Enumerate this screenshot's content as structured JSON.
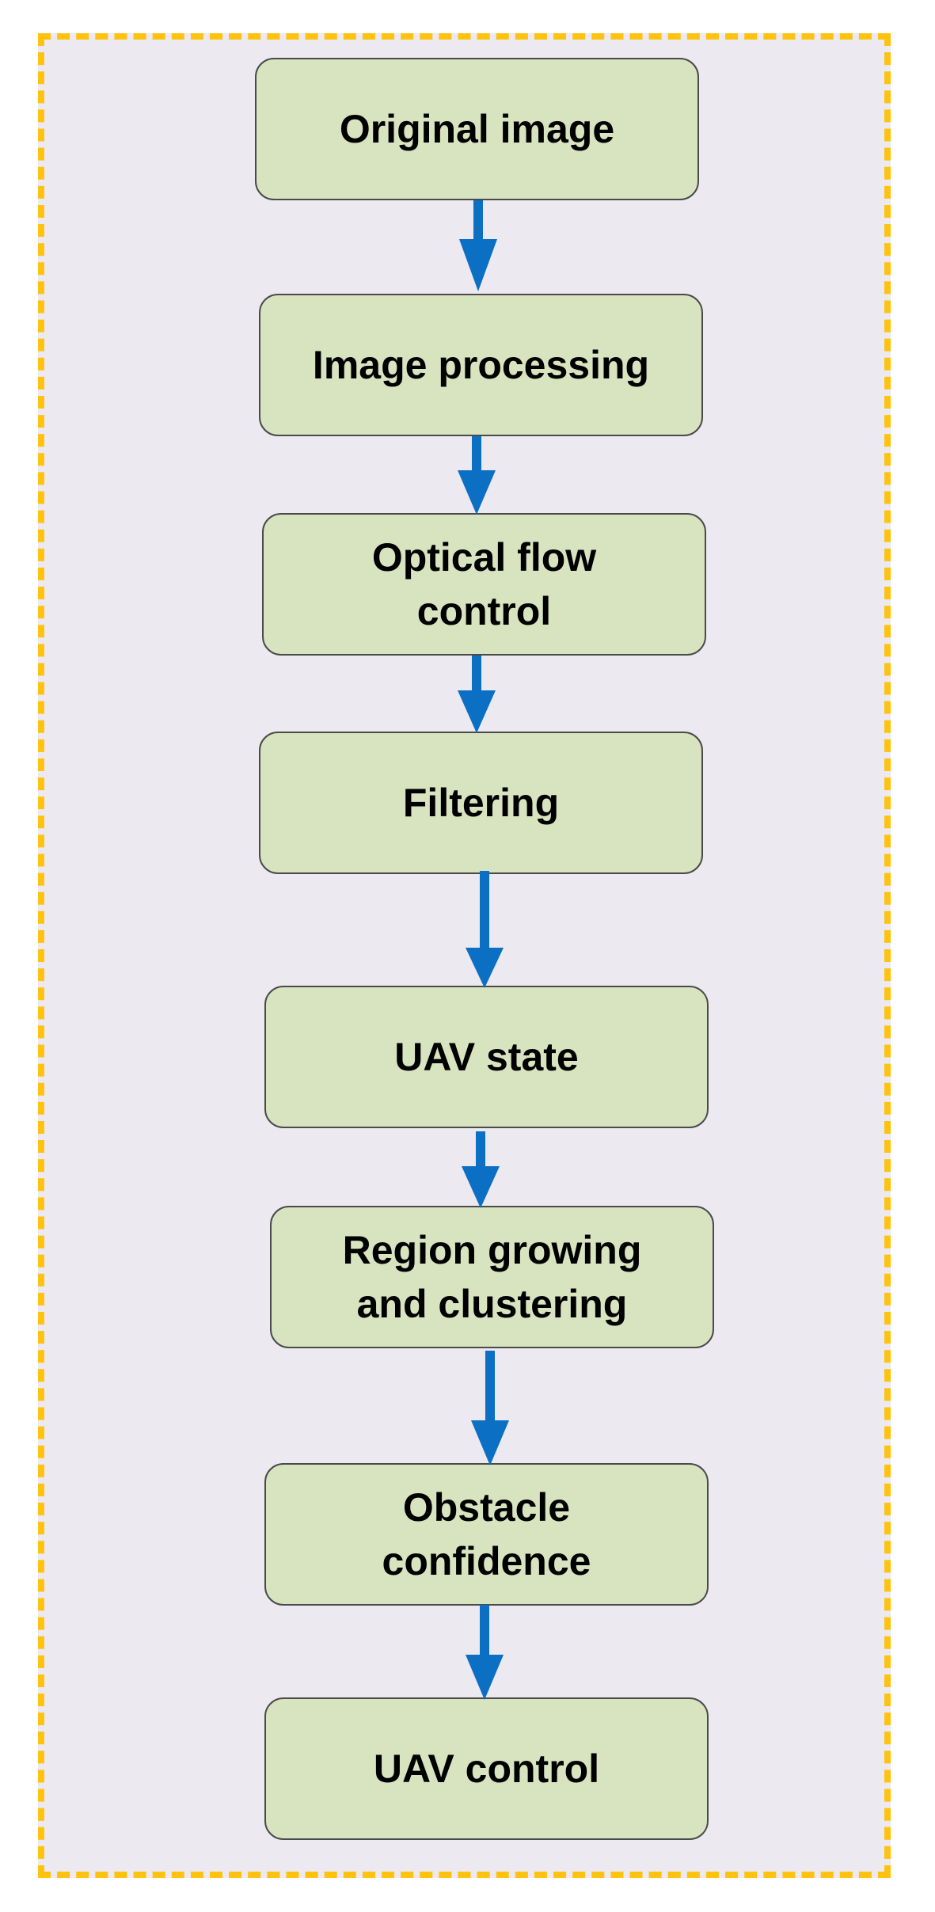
{
  "diagram": {
    "type": "flowchart",
    "direction": "top-to-bottom",
    "colors": {
      "frame_border": "#ffc20e",
      "frame_fill": "#ece9f1",
      "node_fill": "#d8e4c0",
      "node_border": "#4a4a4a",
      "arrow": "#0b6fc4"
    },
    "nodes": [
      {
        "id": "original-image",
        "label": "Original image"
      },
      {
        "id": "image-processing",
        "label": "Image processing"
      },
      {
        "id": "optical-flow-control",
        "label": "Optical flow\ncontrol"
      },
      {
        "id": "filtering",
        "label": "Filtering"
      },
      {
        "id": "uav-state",
        "label": "UAV state"
      },
      {
        "id": "region-growing",
        "label": "Region growing\nand clustering"
      },
      {
        "id": "obstacle-confidence",
        "label": "Obstacle\nconfidence"
      },
      {
        "id": "uav-control",
        "label": "UAV control"
      }
    ],
    "edges": [
      {
        "from": "original-image",
        "to": "image-processing"
      },
      {
        "from": "image-processing",
        "to": "optical-flow-control"
      },
      {
        "from": "optical-flow-control",
        "to": "filtering"
      },
      {
        "from": "filtering",
        "to": "uav-state"
      },
      {
        "from": "uav-state",
        "to": "region-growing"
      },
      {
        "from": "region-growing",
        "to": "obstacle-confidence"
      },
      {
        "from": "obstacle-confidence",
        "to": "uav-control"
      }
    ]
  }
}
